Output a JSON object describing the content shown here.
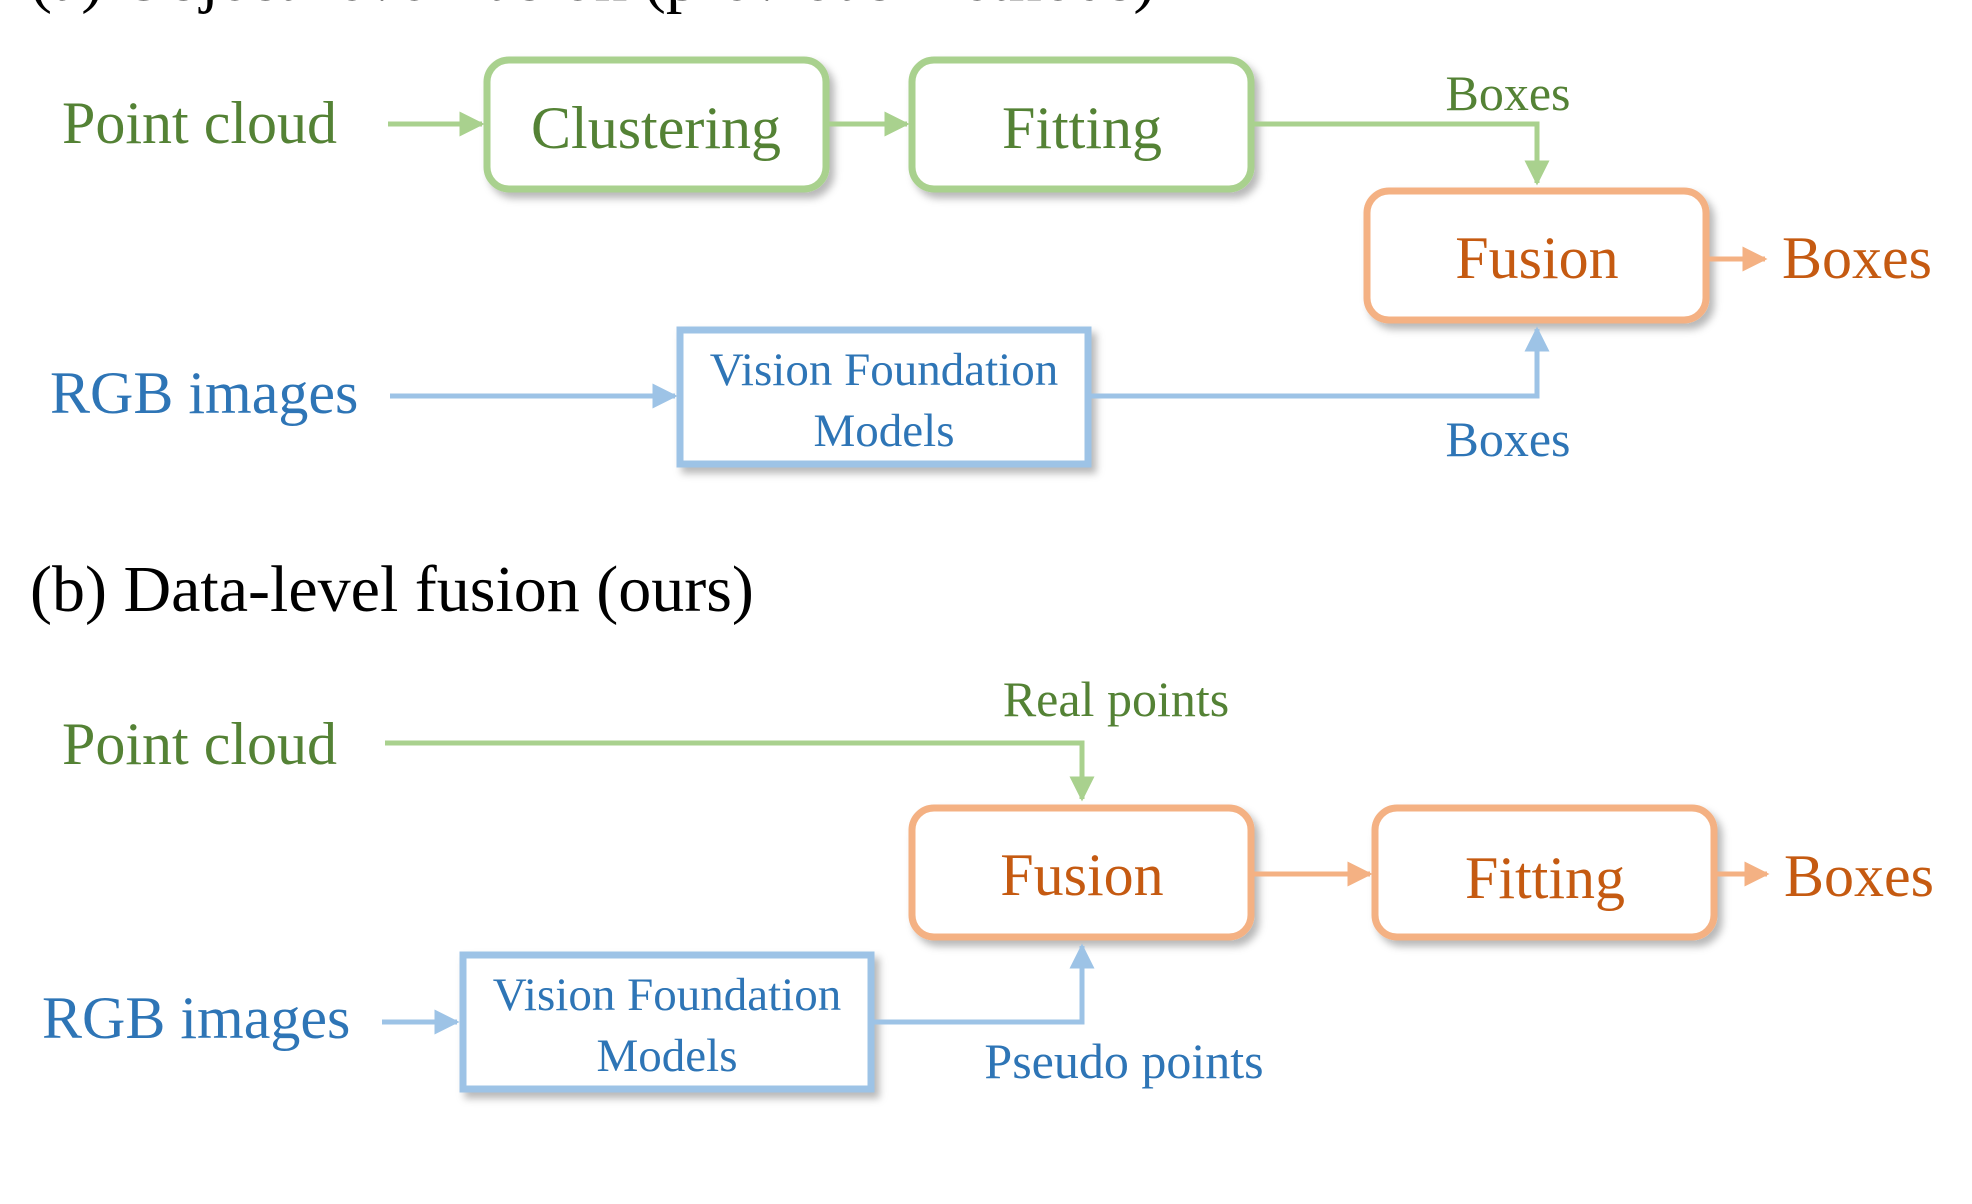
{
  "colors": {
    "green_line": "#a9d18e",
    "green_text": "#548235",
    "blue_line": "#9dc3e6",
    "blue_text": "#2e75b6",
    "orange_line": "#f4b183",
    "orange_text": "#c55a11",
    "title_text": "#000000"
  },
  "panel_a": {
    "title": "(a) Object-level fusion (previous methods)",
    "point_cloud_label": "Point cloud",
    "clustering_label": "Clustering",
    "fitting_label": "Fitting",
    "boxes_from_lidar_label": "Boxes",
    "fusion_label": "Fusion",
    "output_label": "Boxes",
    "rgb_label": "RGB images",
    "vfm_line1": "Vision Foundation",
    "vfm_line2": "Models",
    "boxes_from_vfm_label": "Boxes"
  },
  "panel_b": {
    "title": "(b) Data-level fusion (ours)",
    "point_cloud_label": "Point cloud",
    "real_points_label": "Real points",
    "fusion_label": "Fusion",
    "fitting_label": "Fitting",
    "output_label": "Boxes",
    "rgb_label": "RGB images",
    "vfm_line1": "Vision Foundation",
    "vfm_line2": "Models",
    "pseudo_points_label": "Pseudo points"
  }
}
